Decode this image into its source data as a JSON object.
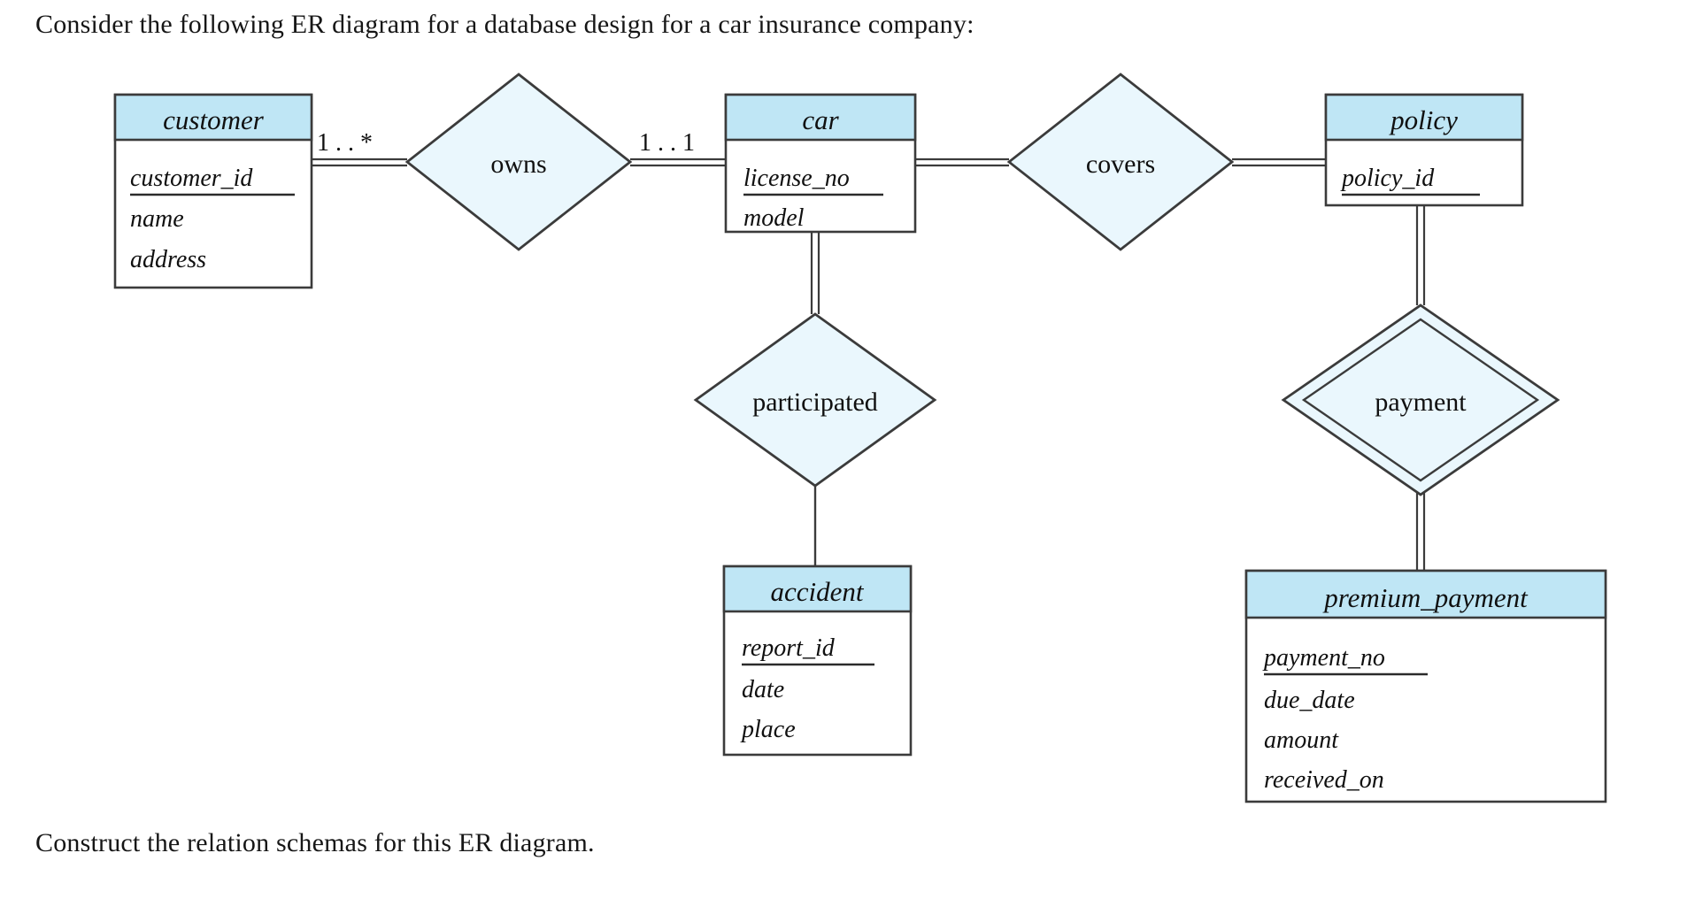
{
  "document": {
    "prompt_top": "Consider the following ER diagram for a database design for a car insurance company:",
    "prompt_bottom": "Construct the relation schemas for this ER diagram."
  },
  "colors": {
    "entity_header_fill": "#bfe6f5",
    "entity_body_fill": "#ffffff",
    "diamond_fill": "#eaf7fd",
    "stroke": "#3b3b3b",
    "text": "#101010",
    "page_background": "#ffffff"
  },
  "diagram": {
    "type": "er-diagram",
    "notation": "Silberschatz (min..max cardinality)",
    "entities": [
      {
        "id": "customer",
        "name": "customer",
        "weak": false,
        "attributes": [
          {
            "name": "customer_id",
            "key": true
          },
          {
            "name": "name",
            "key": false
          },
          {
            "name": "address",
            "key": false
          }
        ]
      },
      {
        "id": "car",
        "name": "car",
        "weak": false,
        "attributes": [
          {
            "name": "license_no",
            "key": true
          },
          {
            "name": "model",
            "key": false
          }
        ]
      },
      {
        "id": "policy",
        "name": "policy",
        "weak": false,
        "attributes": [
          {
            "name": "policy_id",
            "key": true
          }
        ]
      },
      {
        "id": "accident",
        "name": "accident",
        "weak": false,
        "attributes": [
          {
            "name": "report_id",
            "key": true
          },
          {
            "name": "date",
            "key": false
          },
          {
            "name": "place",
            "key": false
          }
        ]
      },
      {
        "id": "premium_payment",
        "name": "premium_payment",
        "weak": true,
        "attributes": [
          {
            "name": "payment_no",
            "key": true
          },
          {
            "name": "due_date",
            "key": false
          },
          {
            "name": "amount",
            "key": false
          },
          {
            "name": "received_on",
            "key": false
          }
        ]
      }
    ],
    "relationships": [
      {
        "id": "owns",
        "name": "owns",
        "identifying": false
      },
      {
        "id": "covers",
        "name": "covers",
        "identifying": false
      },
      {
        "id": "participated",
        "name": "participated",
        "identifying": false
      },
      {
        "id": "payment",
        "name": "payment",
        "identifying": true
      }
    ],
    "edges": [
      {
        "from": "customer",
        "to": "owns",
        "line": "double",
        "cardinality": "1 . . *"
      },
      {
        "from": "owns",
        "to": "car",
        "line": "double",
        "cardinality": "1 . . 1"
      },
      {
        "from": "car",
        "to": "covers",
        "line": "double",
        "cardinality": ""
      },
      {
        "from": "covers",
        "to": "policy",
        "line": "double",
        "cardinality": ""
      },
      {
        "from": "car",
        "to": "participated",
        "line": "double",
        "cardinality": ""
      },
      {
        "from": "participated",
        "to": "accident",
        "line": "single",
        "cardinality": ""
      },
      {
        "from": "policy",
        "to": "payment",
        "line": "double",
        "cardinality": ""
      },
      {
        "from": "payment",
        "to": "premium_payment",
        "line": "double",
        "cardinality": ""
      }
    ],
    "cardinality_labels": {
      "customer_owns": "1 . . *",
      "owns_car": "1 . . 1"
    }
  }
}
